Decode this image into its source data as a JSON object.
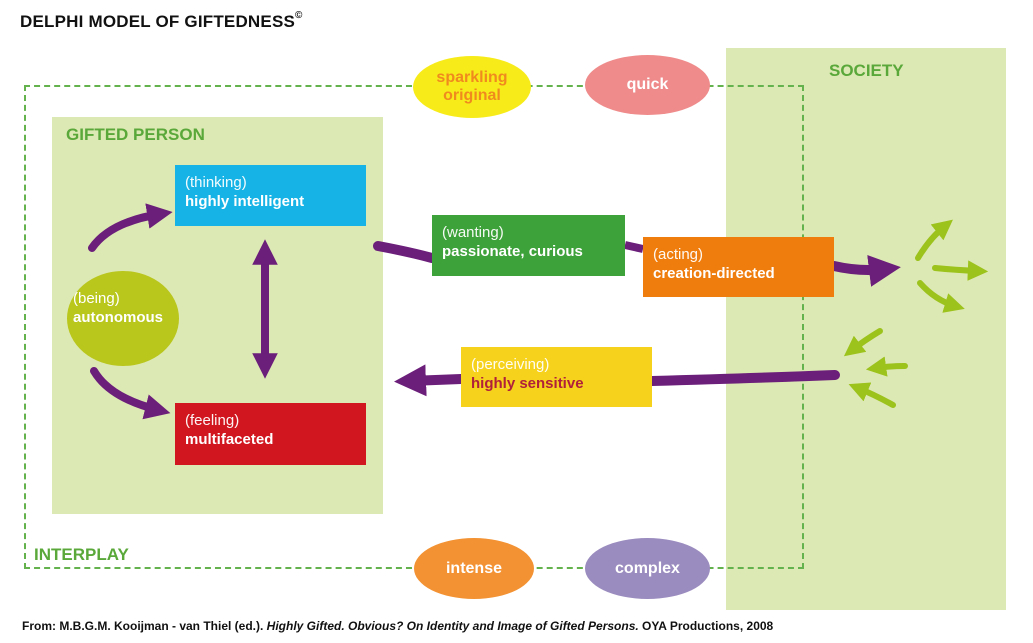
{
  "title": "DELPHI MODEL OF GIFTEDNESS",
  "title_mark": "©",
  "society_label": "SOCIETY",
  "gifted_person_label": "GIFTED PERSON",
  "interplay_label": "INTERPLAY",
  "nodes": {
    "thinking": {
      "role": "(thinking)",
      "trait": "highly intelligent"
    },
    "feeling": {
      "role": "(feeling)",
      "trait": "multifaceted"
    },
    "being": {
      "role": "(being)",
      "trait": "autonomous"
    },
    "wanting": {
      "role": "(wanting)",
      "trait": "passionate, curious"
    },
    "acting": {
      "role": "(acting)",
      "trait": "creation-directed"
    },
    "perceiving": {
      "role": "(perceiving)",
      "trait": "highly sensitive"
    }
  },
  "qualities": {
    "sparkling_line1": "sparkling",
    "sparkling_line2": "original",
    "quick": "quick",
    "intense": "intense",
    "complex": "complex"
  },
  "citation": {
    "prefix": "From: M.B.G.M. Kooijman - van Thiel (ed.). ",
    "book": "Highly Gifted. Obvious? On Identity and Image of Gifted Persons.",
    "suffix": " OYA Productions, 2008"
  },
  "colors": {
    "thinking": "#16b3e6",
    "feeling": "#d2161f",
    "being": "#b9c61c",
    "wanting": "#3ea23a",
    "acting": "#ef7d0e",
    "perceiving": "#f6d21c",
    "panel": "#dde9b4",
    "arrow_purple": "#6b1e7a",
    "arrow_green": "#9cc21c"
  }
}
